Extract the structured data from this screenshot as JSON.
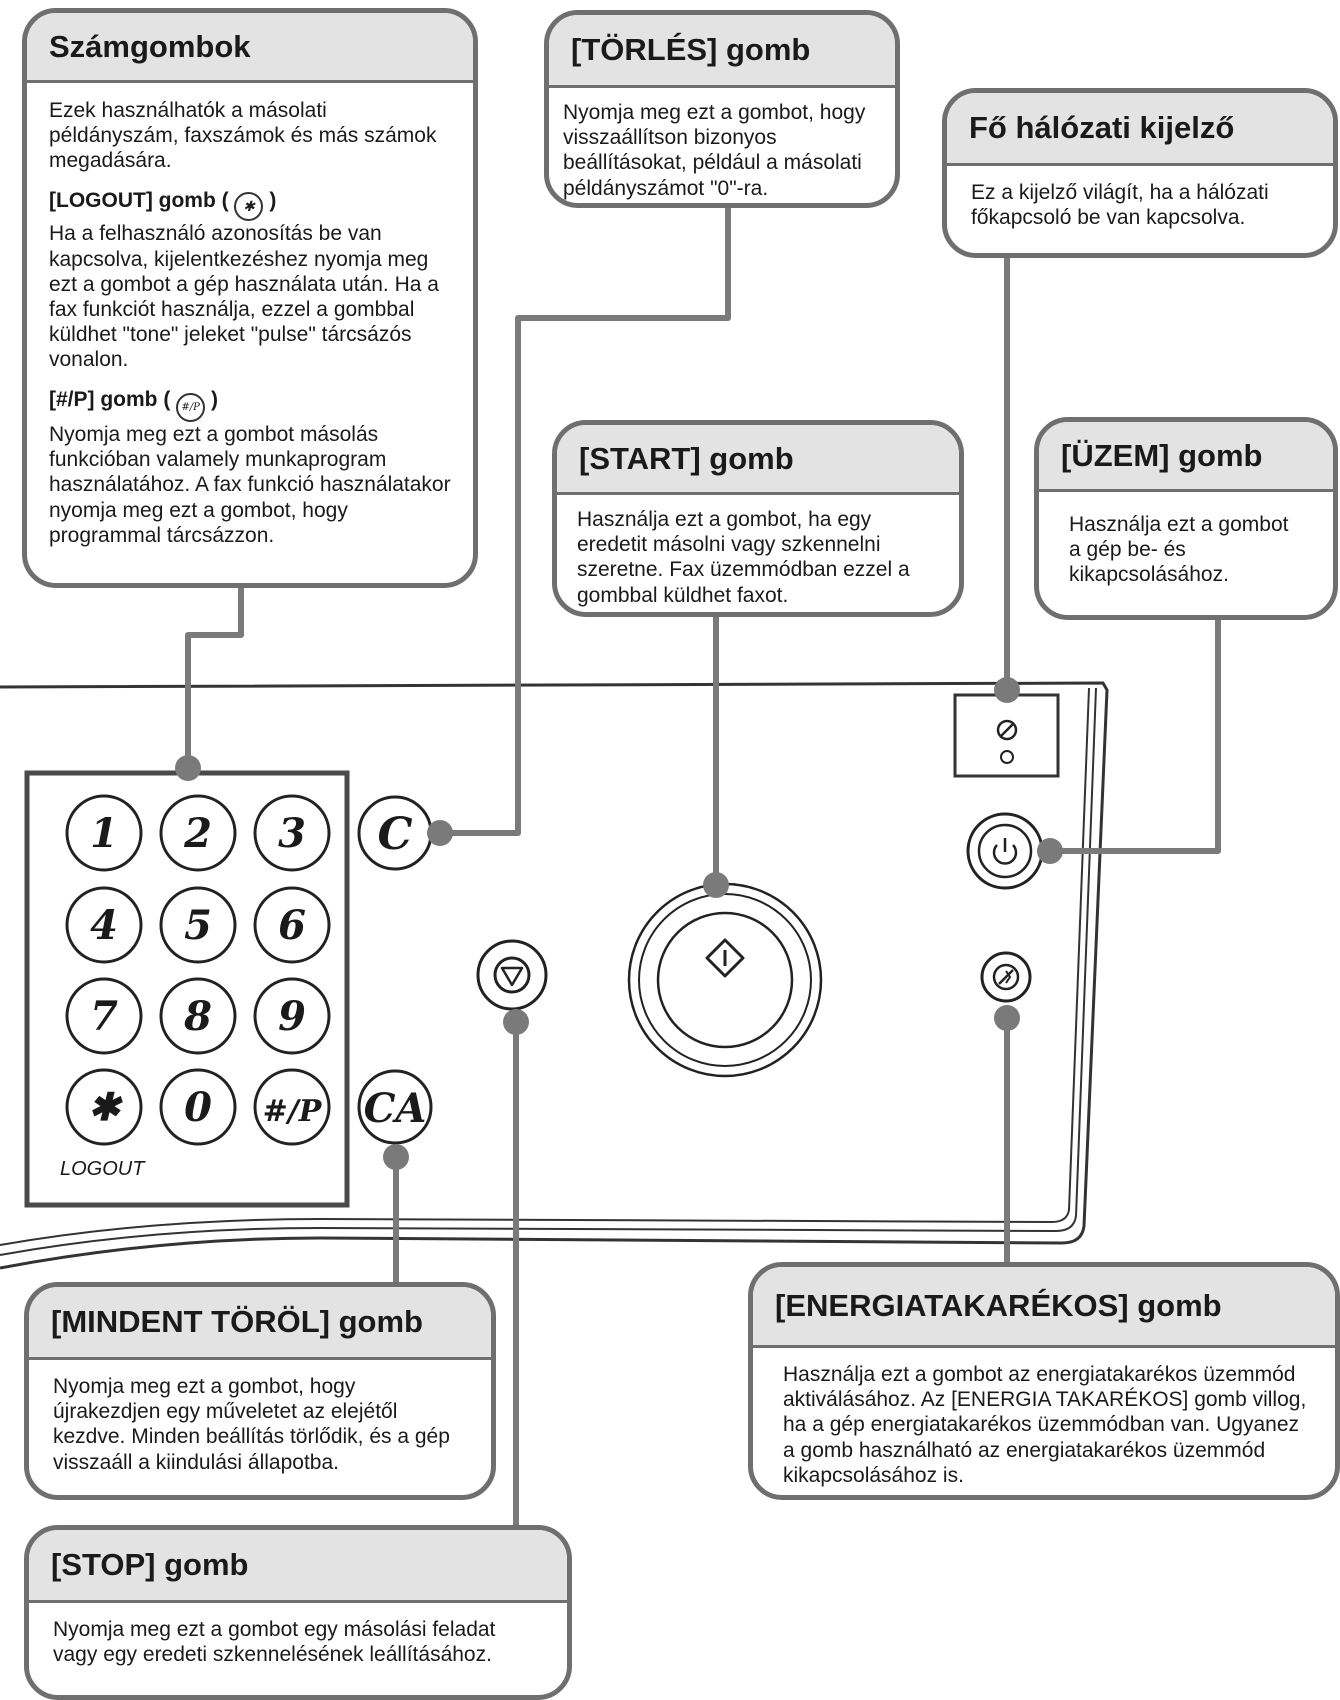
{
  "callouts": {
    "numpad": {
      "title": "Számgombok",
      "text": "Ezek használhatók a másolati példányszám, faxszámok és más számok megadására.",
      "logout_title": "[LOGOUT] gomb (",
      "logout_glyph": "✱",
      "logout_close": ")",
      "logout_text": "Ha a felhasználó azonosítás be van kapcsolva, kijelentkezéshez nyomja meg ezt a gombot a gép használata után. Ha a fax funkciót használja, ezzel a gombbal küldhet \"tone\" jeleket \"pulse\" tárcsázós vonalon.",
      "hashp_title": "[#/P] gomb (",
      "hashp_glyph": "#/P",
      "hashp_close": ")",
      "hashp_text": "Nyomja meg ezt a gombot másolás funkcióban valamely munkaprogram használatához. A fax funkció használatakor nyomja meg ezt a gombot, hogy programmal tárcsázzon."
    },
    "clear": {
      "title": "[TÖRLÉS] gomb",
      "text": "Nyomja meg ezt a gombot, hogy visszaállítson bizonyos beállításokat, például a másolati példányszámot \"0\"-ra."
    },
    "network": {
      "title": "Fő hálózati kijelző",
      "text": "Ez a kijelző világít, ha a hálózati főkapcsoló be van kapcsolva."
    },
    "start": {
      "title": "[START] gomb",
      "text": "Használja ezt a gombot, ha egy eredetit másolni vagy szkennelni szeretne. Fax üzemmódban ezzel a gombbal küldhet faxot."
    },
    "power": {
      "title": "[ÜZEM] gomb",
      "text": "Használja ezt a gombot a gép be- és kikapcsolásához."
    },
    "clear_all": {
      "title": "[MINDENT TÖRÖL] gomb",
      "text": "Nyomja meg ezt a gombot, hogy újrakezdjen egy műveletet az elejétől kezdve. Minden beállítás törlődik, és a gép visszaáll a kiindulási állapotba."
    },
    "energy": {
      "title": "[ENERGIATAKARÉKOS] gomb",
      "text": "Használja ezt a gombot az energiatakarékos üzemmód aktiválásához. Az [ENERGIA TAKARÉKOS] gomb villog, ha a gép energiatakarékos üzemmódban van. Ugyanez a gomb használható az energiatakarékos üzemmód kikapcsolásához is."
    },
    "stop": {
      "title": "[STOP] gomb",
      "text": "Nyomja meg ezt a gombot egy másolási feladat vagy egy eredeti szkennelésének leállításához."
    }
  },
  "panel": {
    "keys": [
      "1",
      "2",
      "3",
      "4",
      "5",
      "6",
      "7",
      "8",
      "9",
      "✱",
      "0",
      "#/P"
    ],
    "clear_key": "C",
    "clear_all_key": "CA",
    "logout_label": "LOGOUT"
  },
  "colors": {
    "border": "#6f6f6f",
    "header_bg": "#e3e3e3",
    "connector": "#7a7a7a",
    "panel_line": "#333333"
  }
}
